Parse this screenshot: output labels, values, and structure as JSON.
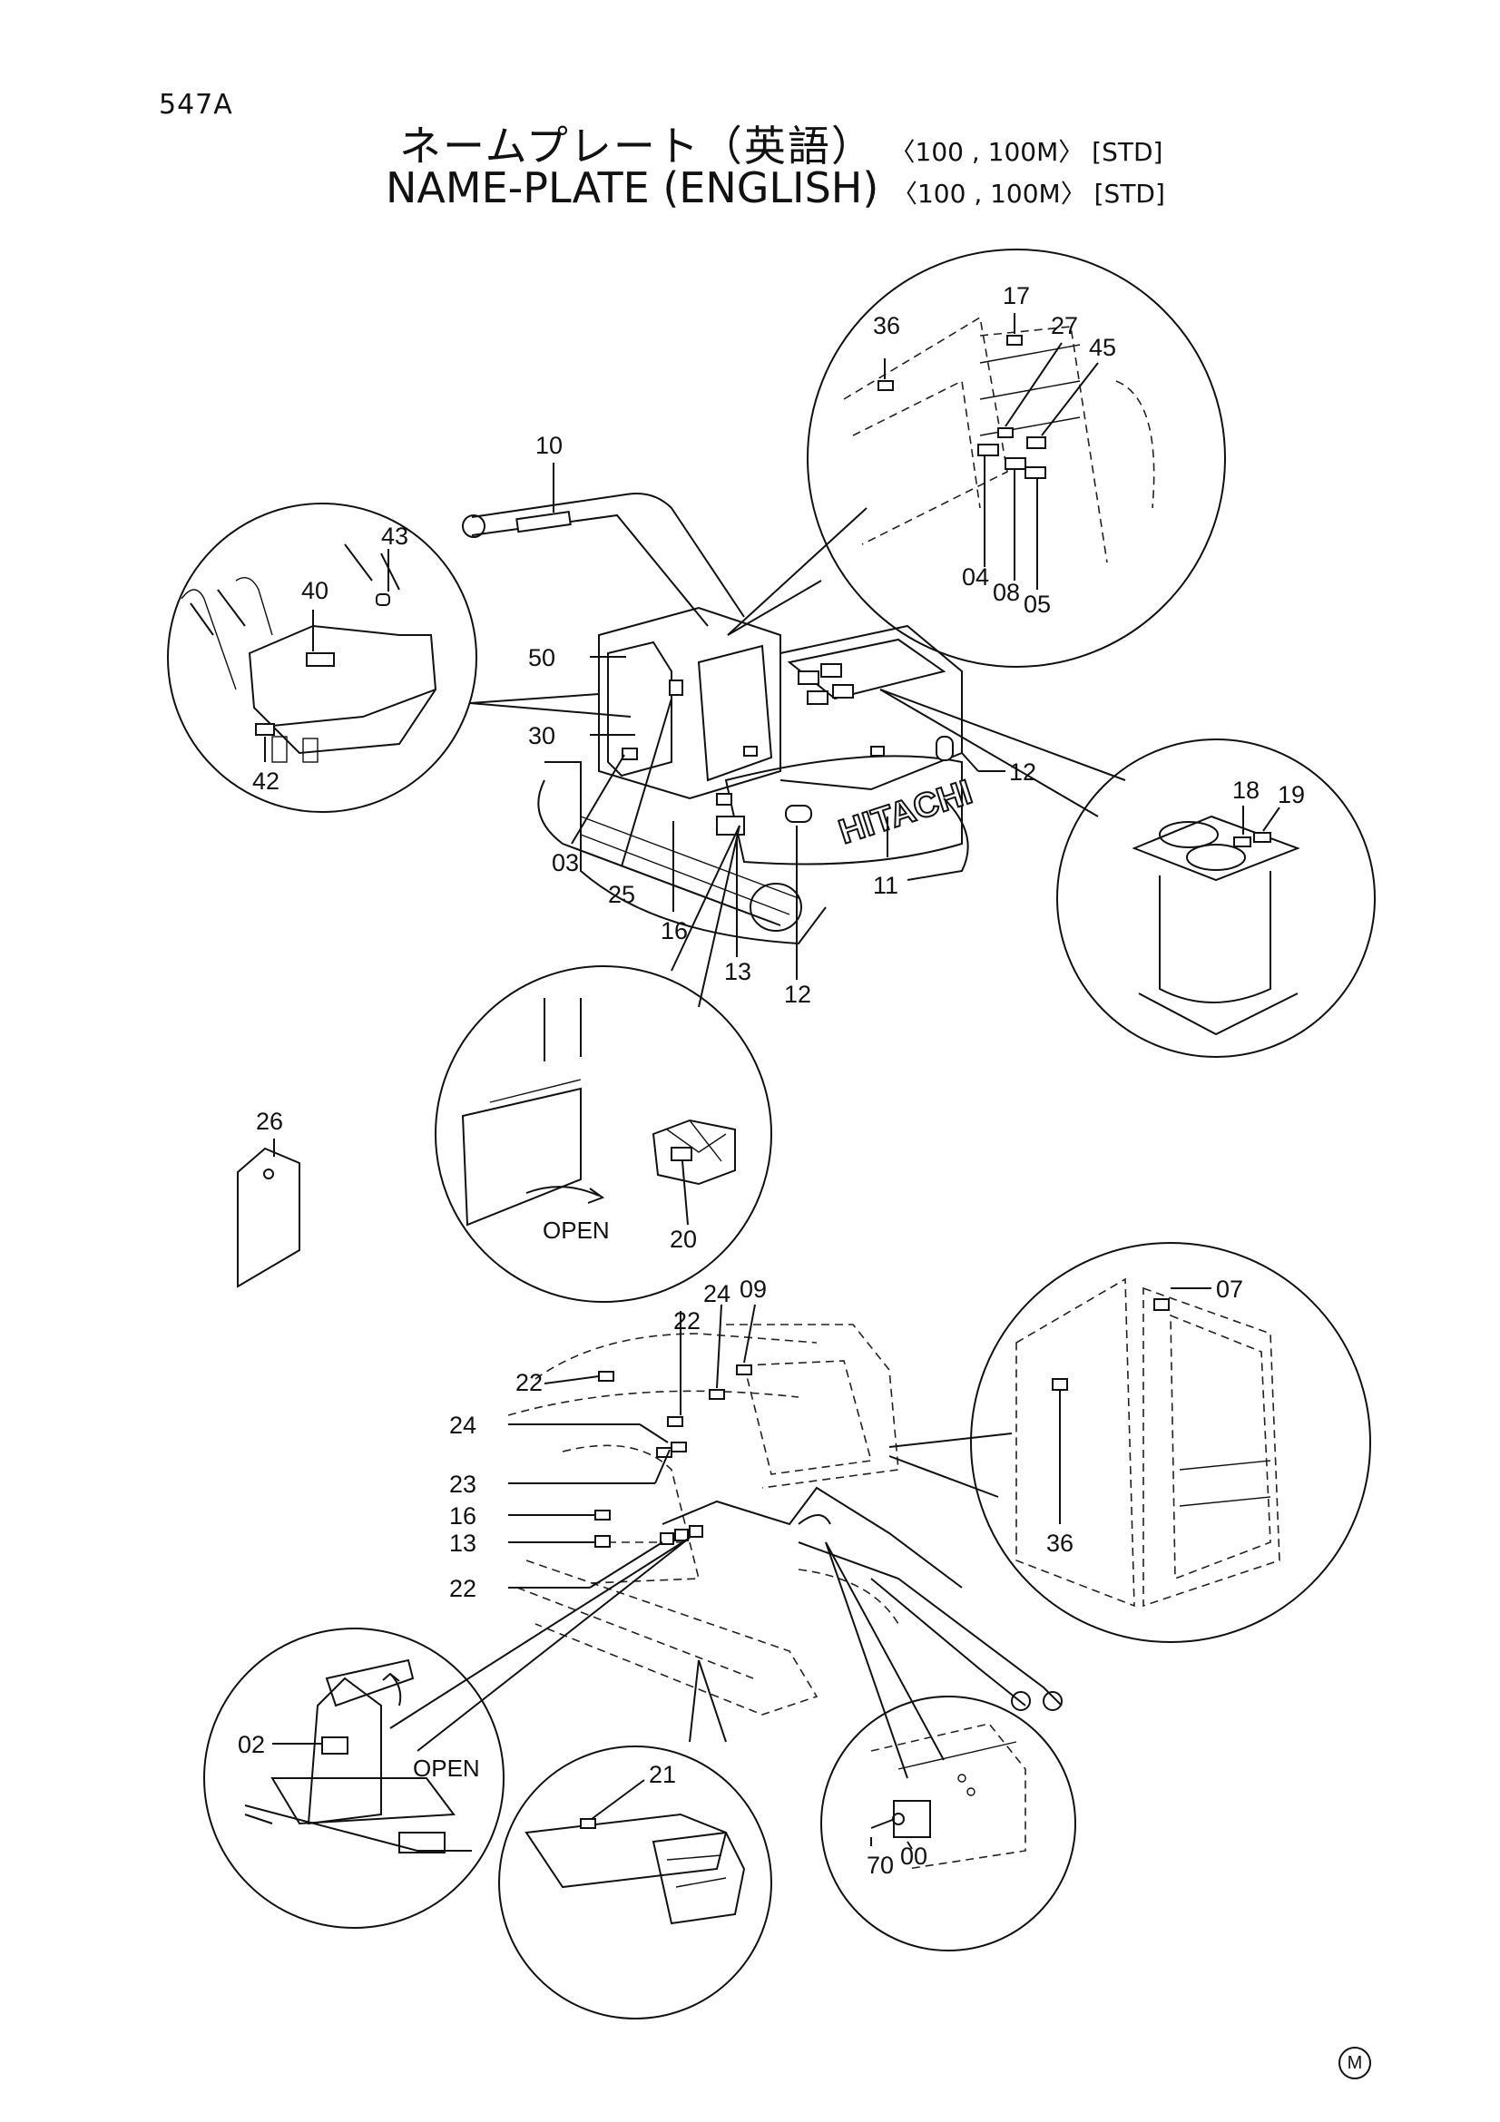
{
  "page_code": "547A",
  "title_jp": "ネームプレート（英語）",
  "title_en": "NAME-PLATE (ENGLISH)",
  "variant": "〈100 , 100M〉 [STD]",
  "variant_en": "〈100 , 100M〉 [STD]",
  "brand": "HITACHI",
  "open_label_1": "OPEN",
  "open_label_2": "OPEN",
  "corner_mark": "M",
  "callouts": {
    "c10": "10",
    "c43": "43",
    "c40": "40",
    "c42": "42",
    "c50": "50",
    "c30": "30",
    "c03": "03",
    "c25": "25",
    "c16": "16",
    "c13": "13",
    "c12a": "12",
    "c12b": "12",
    "c11": "11",
    "c36a": "36",
    "c17": "17",
    "c27": "27",
    "c45": "45",
    "c04": "04",
    "c08": "08",
    "c05": "05",
    "c18": "18",
    "c19": "19",
    "c20": "20",
    "c26": "26",
    "c24a": "24",
    "c09": "09",
    "c22a": "22",
    "c22b": "22",
    "c24b": "24",
    "c23": "23",
    "c16b": "16",
    "c13b": "13",
    "c22c": "22",
    "c07": "07",
    "c36b": "36",
    "c02": "02",
    "c21": "21",
    "c70": "70",
    "c00": "00"
  }
}
